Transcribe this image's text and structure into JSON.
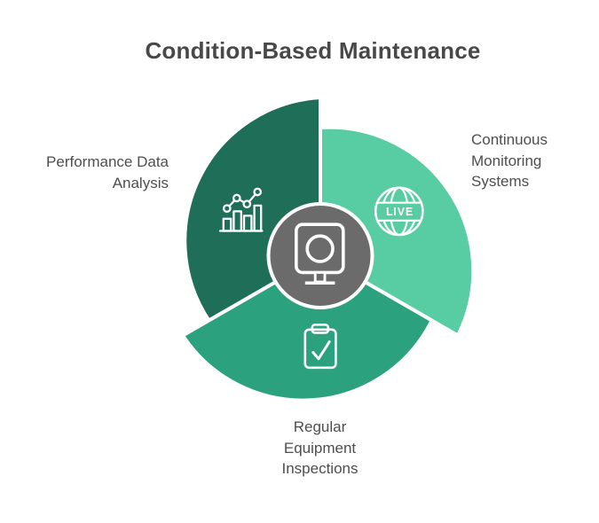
{
  "title": "Condition-Based Maintenance",
  "background_color": "#ffffff",
  "text_colors": {
    "title": "#484848",
    "labels": "#4e4e4e"
  },
  "icon_stroke_color": "#ffffff",
  "center": {
    "icon": "monitor-icon",
    "color": "#6b6b6b",
    "ring_color": "#ffffff"
  },
  "segments": [
    {
      "name": "Performance Data Analysis",
      "lines": [
        "Performance Data",
        "Analysis"
      ],
      "icon": "bar-line-chart-icon",
      "color": "#1e6e58"
    },
    {
      "name": "Continuous Monitoring Systems",
      "lines": [
        "Continuous",
        "Monitoring",
        "Systems"
      ],
      "icon": "live-globe-icon",
      "icon_text": "LIVE",
      "color": "#58cda4"
    },
    {
      "name": "Regular Equipment Inspections",
      "lines": [
        "Regular",
        "Equipment",
        "Inspections"
      ],
      "icon": "clipboard-check-icon",
      "color": "#2ba27d"
    }
  ]
}
